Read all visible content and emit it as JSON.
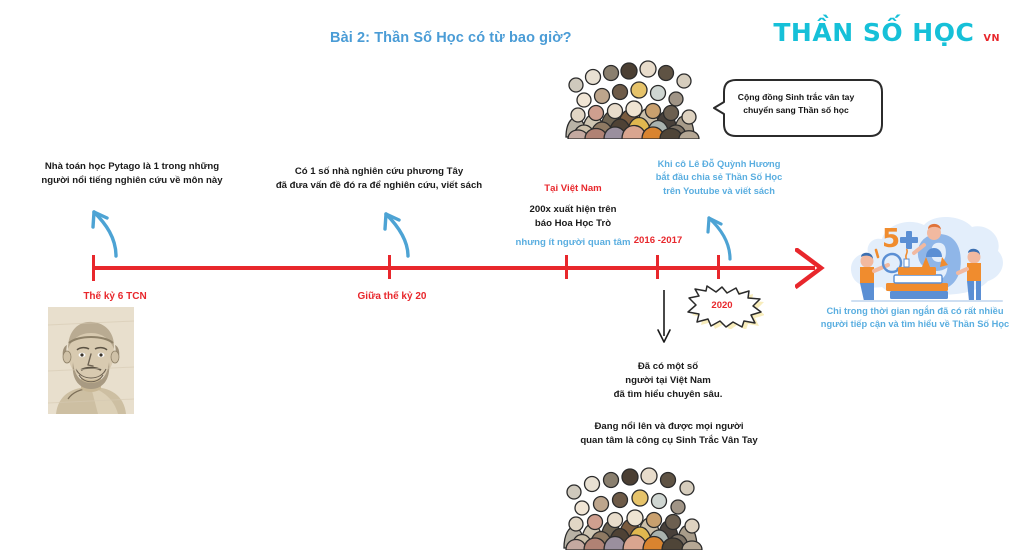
{
  "header": {
    "title": "Bài 2: Thần Số Học có từ bao giờ?",
    "logo_main": "THẦN SỐ HỌC",
    "logo_suffix": "VN",
    "logo_colors": {
      "main": "#16c0d8",
      "suffix": "#e8262b"
    }
  },
  "theme": {
    "timeline_color": "#e8272c",
    "accent_blue": "#5aaee0",
    "title_blue": "#4a9cd6",
    "text_dark": "#1a1a1a",
    "burst_shadow": "#f5e6a0"
  },
  "timeline": {
    "axis_label": "timeline-axis",
    "milestones": [
      {
        "id": "m1",
        "label": "Thế kỷ 6 TCN",
        "color": "#e8272c"
      },
      {
        "id": "m2",
        "label": "Giữa thế kỷ 20",
        "color": "#e8272c"
      },
      {
        "id": "m3",
        "label": "2016 -2017",
        "color": "#e8272c"
      },
      {
        "id": "m4",
        "label": "2020",
        "color": "#e8272c"
      }
    ]
  },
  "annotations": {
    "pytago": {
      "line1": "Nhà toán học Pytago là 1 trong những",
      "line2": "người nổi tiếng nghiên cứu về môn này"
    },
    "western": {
      "line1": "Có 1 số nhà nghiên cứu phương Tây",
      "line2": "đã đưa vấn đề đó ra để nghiên cứu, viết sách"
    },
    "vietnam": {
      "heading": "Tại Việt Nam",
      "line1": "200x xuất hiện trên",
      "line2": "báo Hoa Học Trò",
      "line3": "nhưng ít người quan tâm"
    },
    "youtube": {
      "line1": "Khi cô Lê Đỗ Quỳnh Hương",
      "line2": "bắt đầu chia sẻ Thần Số Học",
      "line3": "trên Youtube và viết sách"
    },
    "speech_bubble": {
      "line1": "Cộng đồng Sinh trắc vân tay",
      "line2": "chuyển sang Thần số học"
    },
    "deep_study": {
      "line1": "Đã có một số",
      "line2": "người tại Việt Nam",
      "line3": "đã tìm hiểu chuyên sâu."
    },
    "fingerprint": {
      "line1": "Đang nổi lên và được mọi người",
      "line2": "quan tâm là công cụ Sinh Trắc Vân Tay"
    },
    "growth": {
      "line1": "Chỉ trong thời gian ngắn đã có rất nhiều",
      "line2": "người tiếp cận và tìm hiểu về Thần Số Học"
    }
  },
  "illustrations": {
    "pythagoras": "pythagoras-portrait",
    "crowd_top": "crowd-of-people",
    "crowd_bottom": "crowd-of-people",
    "numerology": "numerology-numbers-and-books"
  }
}
